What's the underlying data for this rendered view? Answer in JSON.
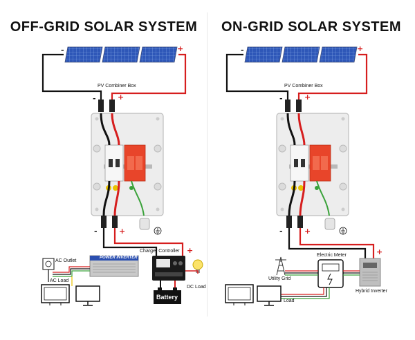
{
  "left": {
    "title": "OFF-GRID SOLAR SYSTEM",
    "labels": {
      "combiner": "PV Combiner Box",
      "charger": "Charger Controller",
      "ac_outlet": "AC Outlet",
      "ac_load": "AC Load",
      "dc_load": "DC Load",
      "battery": "Battery",
      "inverter_brand": "POWER INVERTER"
    }
  },
  "right": {
    "title": "ON-GRID SOLAR SYSTEM",
    "labels": {
      "combiner": "PV Combiner Box",
      "meter": "Electric Meter",
      "utility": "Utility Grid",
      "load": "Load",
      "hybrid": "Hybrid Inverter"
    }
  },
  "signs": {
    "neg": "-",
    "pos": "+"
  },
  "colors": {
    "positive": "#d61e1e",
    "negative": "#111111",
    "ground": "#3aa23a",
    "neutral": "#e8c200",
    "breaker": "#e8452a",
    "panel": "#2e57b8"
  }
}
